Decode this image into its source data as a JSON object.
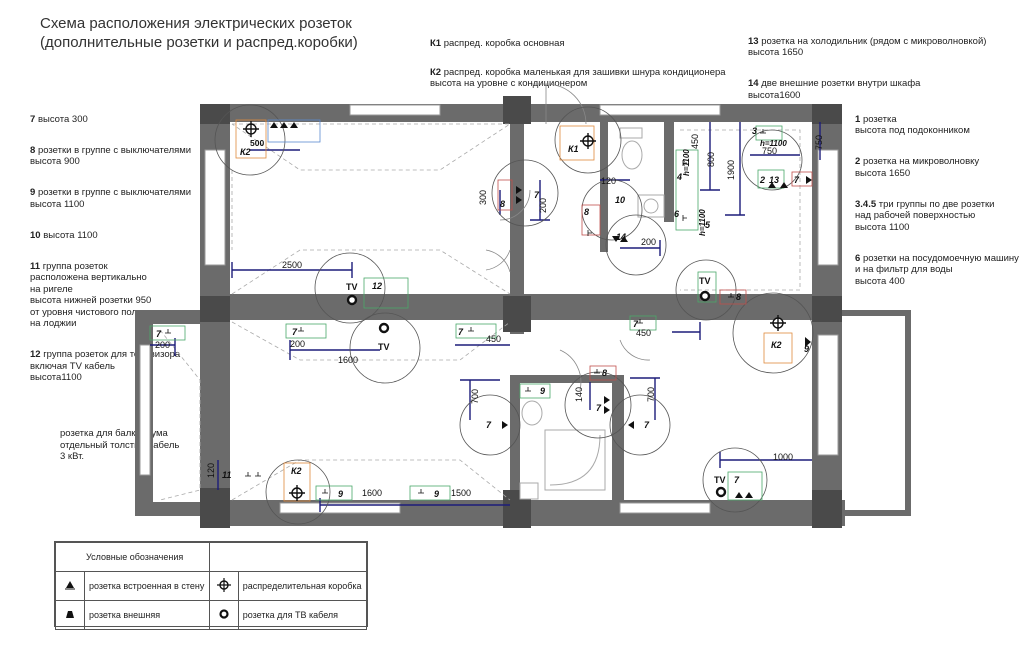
{
  "title": "Схема расположения электрических розеток\n(дополнительные розетки и распред.коробки)",
  "notes_top_center": [
    {
      "num": "К1",
      "text": "распред. коробка основная"
    },
    {
      "num": "К2",
      "text": "распред. коробка маленькая для зашивки шнура кондиционера\nвысота на уровне с кондиционером"
    }
  ],
  "notes_top_right": [
    {
      "num": "13",
      "text": "розетка на холодильник (рядом с микроволновкой)\nвысота 1650"
    },
    {
      "num": "14",
      "text": "две внешние розетки внутри шкафа\nвысота1600"
    }
  ],
  "notes_left": [
    {
      "num": "7",
      "text": "высота 300"
    },
    {
      "num": "8",
      "text": "розетки в группе с выключателями\nвысота 900"
    },
    {
      "num": "9",
      "text": "розетки в группе с выключателями\nвысота 1100"
    },
    {
      "num": "10",
      "text": "высота 1100"
    },
    {
      "num": "11",
      "text": "группа розеток\nрасположена вертикально\nна ригеле\nвысота нижней розетки 950\nот уровня чистового пола\nна лоджии"
    },
    {
      "num": "12",
      "text": "группа розеток для телевизора\nвключая TV кабель\nвысота1100"
    }
  ],
  "notes_right": [
    {
      "num": "1",
      "text": "розетка\nвысота под подоконником"
    },
    {
      "num": "2",
      "text": "розетка на микроволновку\nвысота 1650"
    },
    {
      "num": "3.4.5",
      "text": "три группы по две розетки\nнад рабочей поверхностью\nвысота 1100"
    },
    {
      "num": "6",
      "text": "розетки на посудомоечную машину\nи на фильтр для воды\nвысота 400"
    }
  ],
  "balcony_note": "розетка для балкониума\nотдельный толстый кабель\n3 кВт.",
  "legend": {
    "title": "Условные обозначения",
    "built_in": "розетка встроенная в стену",
    "external": "розетка внешняя",
    "junction": "распределительная коробка",
    "tv": "розетка для ТВ кабеля"
  },
  "labels": {
    "k1": "К1",
    "k2": "К2",
    "tv": "TV",
    "n7": "7",
    "n8": "8",
    "n9": "9",
    "n10": "10",
    "n11": "11",
    "n12": "12",
    "n13": "13",
    "n14": "14",
    "n1": "1",
    "n2": "2",
    "n3": "3",
    "n4": "4",
    "n5": "5",
    "n6": "6"
  },
  "dimensions": {
    "d500": "500",
    "d2500": "2500",
    "d200": "200",
    "d1600": "1600",
    "d450": "450",
    "d300": "300",
    "d120": "120",
    "d700": "700",
    "d140": "140",
    "d1500": "1500",
    "d1000": "1000",
    "d750": "750",
    "d800": "800",
    "d1900": "1900",
    "h1100": "h=1100"
  },
  "colors": {
    "wall": "#6b6b6b",
    "wall_dark": "#4a4a4a",
    "dim": "#1d1d7a",
    "green_box": "#4aa86a",
    "red_box": "#c0504d",
    "orange_box": "#e08a3c",
    "blue_box": "#5a8ad0"
  }
}
